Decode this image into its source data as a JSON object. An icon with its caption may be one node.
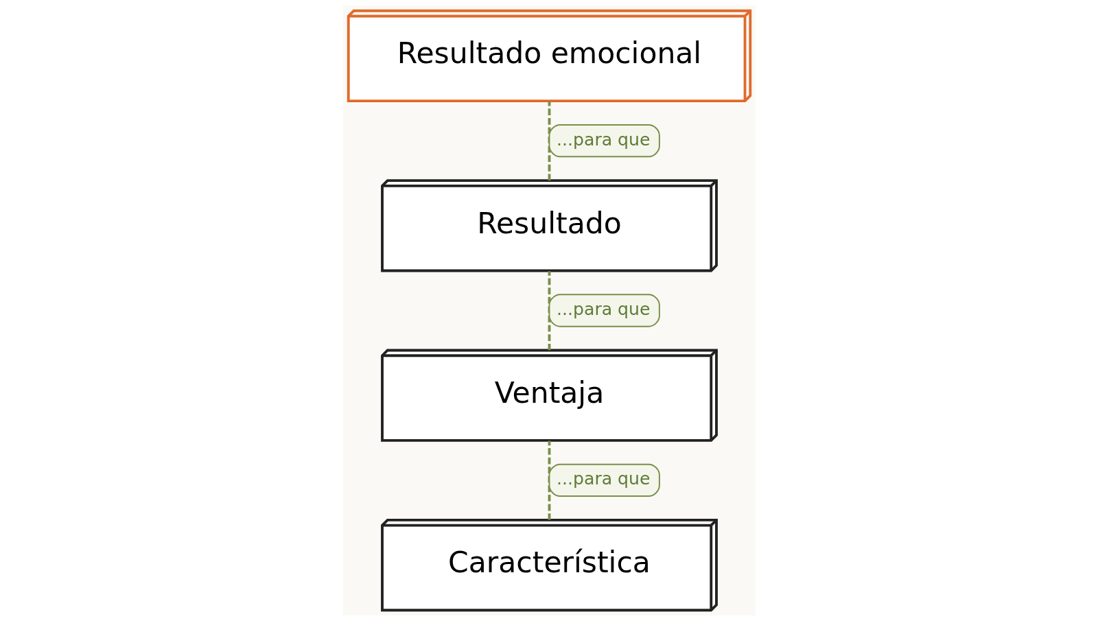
{
  "diagram": {
    "nodes": [
      {
        "text": [
          "Característica"
        ]
      },
      {
        "text": [
          "Ventaja"
        ]
      },
      {
        "text": [
          "Resultado"
        ]
      },
      {
        "text": [
          "Resultado emocional"
        ]
      }
    ],
    "edges": [
      {
        "from": 0,
        "to": 1,
        "arrow": "none",
        "label": "...para que",
        "style": "dashed"
      },
      {
        "from": 1,
        "to": 2,
        "arrow": "none",
        "label": "...para que",
        "style": "dashed"
      },
      {
        "from": 2,
        "to": 3,
        "arrow": "none",
        "label": "...para que",
        "style": "dashed"
      }
    ]
  }
}
